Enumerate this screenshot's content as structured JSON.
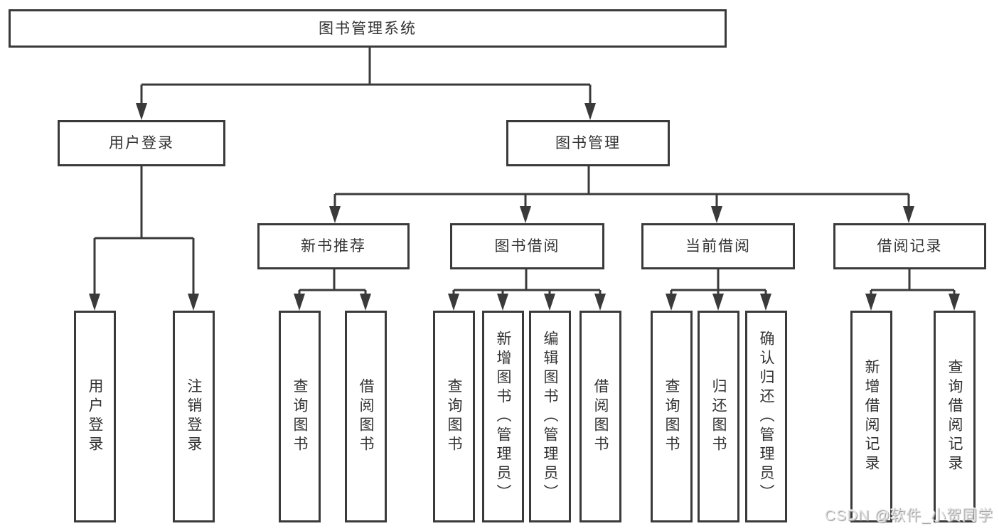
{
  "diagram": {
    "tree": {
      "label": "图书管理系统",
      "children": [
        {
          "label": "用户登录",
          "children": [
            {
              "label": "用户登录"
            },
            {
              "label": "注销登录"
            }
          ]
        },
        {
          "label": "图书管理",
          "children": [
            {
              "label": "新书推荐",
              "children": [
                {
                  "label": "查询图书"
                },
                {
                  "label": "借阅图书"
                }
              ]
            },
            {
              "label": "图书借阅",
              "children": [
                {
                  "label": "查询图书"
                },
                {
                  "label": "新增图书（管理员）"
                },
                {
                  "label": "编辑图书（管理员）"
                },
                {
                  "label": "借阅图书"
                }
              ]
            },
            {
              "label": "当前借阅",
              "children": [
                {
                  "label": "查询图书"
                },
                {
                  "label": "归还图书"
                },
                {
                  "label": "确认归还（管理员）"
                }
              ]
            },
            {
              "label": "借阅记录",
              "children": [
                {
                  "label": "新增借阅记录"
                },
                {
                  "label": "查询借阅记录"
                }
              ]
            }
          ]
        }
      ]
    }
  },
  "watermark": {
    "text": "CSDN @软件_小贺同学"
  },
  "colors": {
    "line": "#3a3a3a",
    "text": "#333333",
    "background": "#ffffff",
    "watermark": "#e3e3e3"
  }
}
